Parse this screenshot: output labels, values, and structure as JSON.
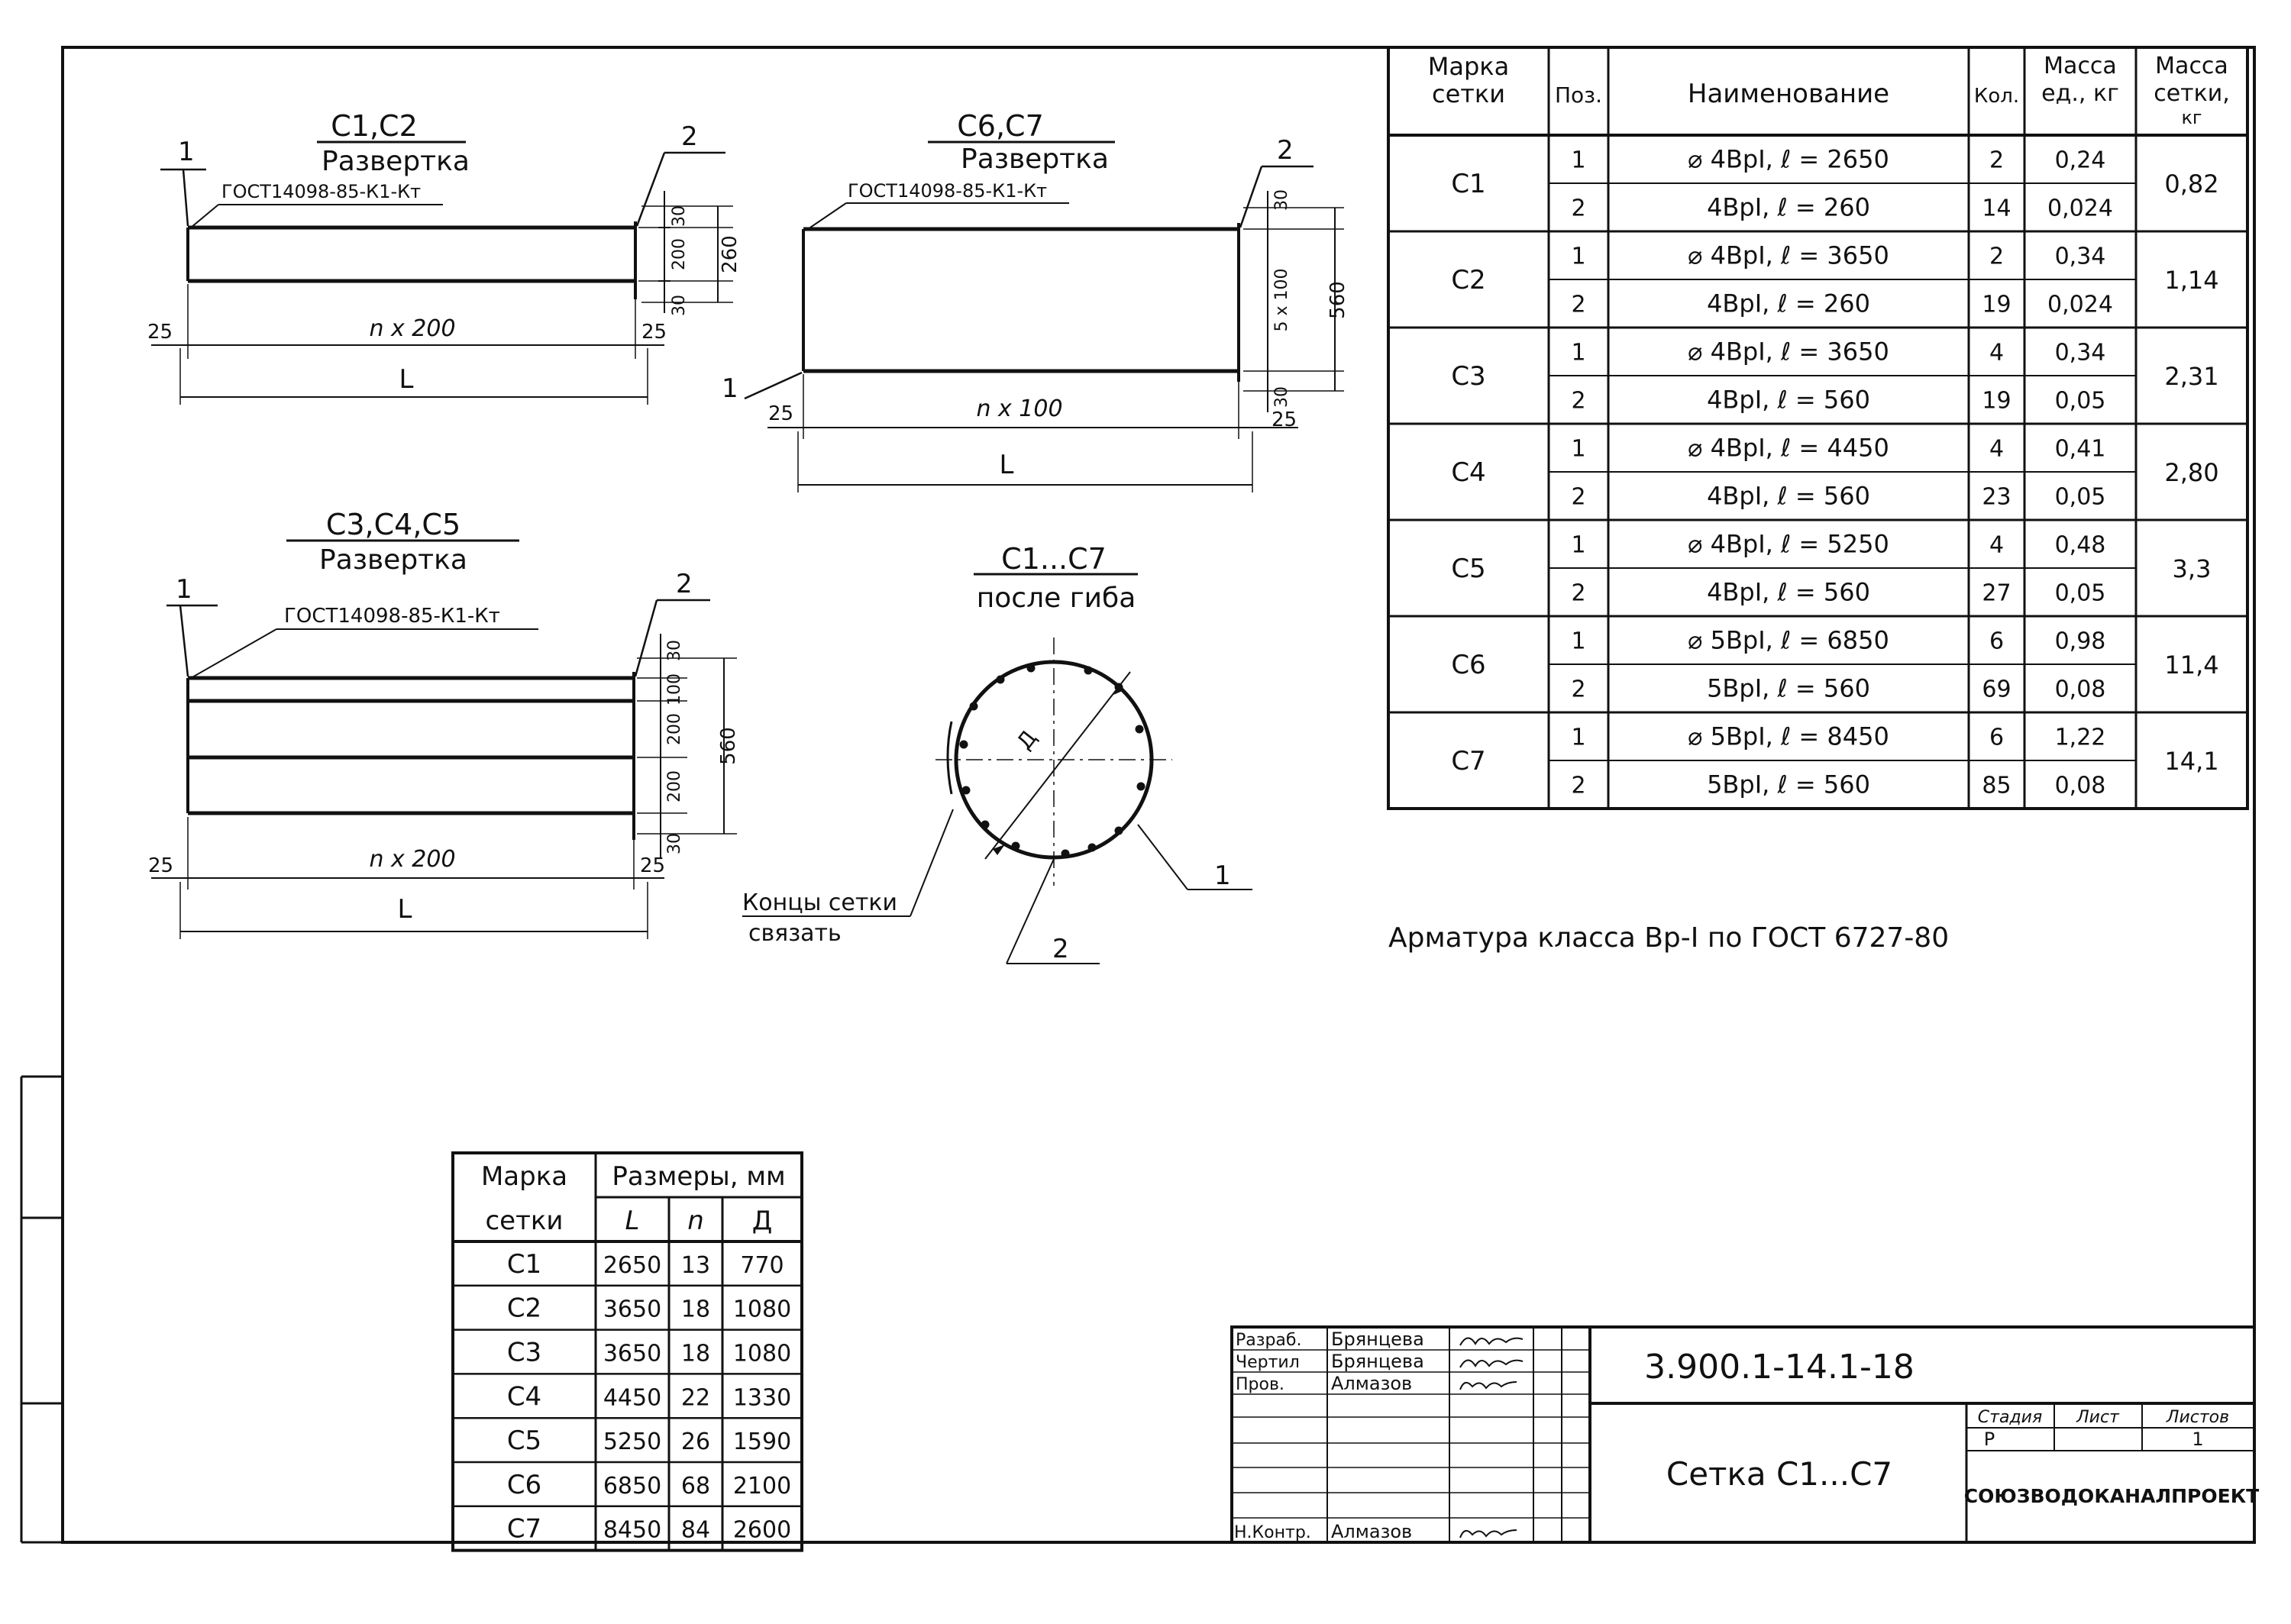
{
  "views": {
    "c12": {
      "title": "С1,С2",
      "subtitle": "Развертка",
      "gost": "ГОСТ14098-85-К1-Кт",
      "leader_left": "1",
      "leader_right": "2",
      "dim_30_top": "30",
      "dim_200": "200",
      "dim_30_bot": "30",
      "dim_total": "260",
      "dim_left": "25",
      "dim_right": "25",
      "dim_span": "n x 200",
      "dim_L": "L"
    },
    "c67": {
      "title": "С6,С7",
      "subtitle": "Развертка",
      "gost": "ГОСТ14098-85-К1-Кт",
      "leader_left": "1",
      "leader_right": "2",
      "dim_30_top": "30",
      "dim_mid": "5 x 100",
      "dim_total": "560",
      "dim_30_bot": "30",
      "dim_left": "25",
      "dim_right": "25",
      "dim_span": "n x 100",
      "dim_L": "L"
    },
    "c345": {
      "title": "С3,С4,С5",
      "subtitle": "Развертка",
      "gost": "ГОСТ14098-85-К1-Кт",
      "leader_left": "1",
      "leader_right": "2",
      "dim_30_top": "30",
      "dim_100": "100",
      "dim_200a": "200",
      "dim_200b": "200",
      "dim_30_bot": "30",
      "dim_total": "560",
      "dim_left": "25",
      "dim_right": "25",
      "dim_span": "n x 200",
      "dim_L": "L"
    },
    "circle": {
      "title": "С1...С7",
      "subtitle": "после гиба",
      "diam_label": "Д",
      "tie_note_1": "Концы сетки",
      "tie_note_2": "связать",
      "leader_1": "1",
      "leader_2": "2"
    }
  },
  "spec_table": {
    "headers": {
      "mark": [
        "Марка",
        "сетки"
      ],
      "pos": "Поз.",
      "name": "Наименование",
      "qty": "Кол.",
      "unit_mass": [
        "Масса",
        "ед., кг"
      ],
      "mesh_mass": [
        "Масса",
        "сетки,",
        "кг"
      ]
    },
    "groups": [
      {
        "mark": "С1",
        "mass": "0,82",
        "rows": [
          {
            "pos": "1",
            "name": "⌀ 4ВрI, ℓ = 2650",
            "qty": "2",
            "unit": "0,24"
          },
          {
            "pos": "2",
            "name": "4ВрI, ℓ = 260",
            "qty": "14",
            "unit": "0,024"
          }
        ]
      },
      {
        "mark": "С2",
        "mass": "1,14",
        "rows": [
          {
            "pos": "1",
            "name": "⌀ 4ВрI, ℓ = 3650",
            "qty": "2",
            "unit": "0,34"
          },
          {
            "pos": "2",
            "name": "4ВрI, ℓ = 260",
            "qty": "19",
            "unit": "0,024"
          }
        ]
      },
      {
        "mark": "С3",
        "mass": "2,31",
        "rows": [
          {
            "pos": "1",
            "name": "⌀ 4ВрI, ℓ = 3650",
            "qty": "4",
            "unit": "0,34"
          },
          {
            "pos": "2",
            "name": "4ВрI, ℓ = 560",
            "qty": "19",
            "unit": "0,05"
          }
        ]
      },
      {
        "mark": "С4",
        "mass": "2,80",
        "rows": [
          {
            "pos": "1",
            "name": "⌀ 4ВрI, ℓ = 4450",
            "qty": "4",
            "unit": "0,41"
          },
          {
            "pos": "2",
            "name": "4ВрI, ℓ = 560",
            "qty": "23",
            "unit": "0,05"
          }
        ]
      },
      {
        "mark": "С5",
        "mass": "3,3",
        "rows": [
          {
            "pos": "1",
            "name": "⌀ 4ВрI, ℓ = 5250",
            "qty": "4",
            "unit": "0,48"
          },
          {
            "pos": "2",
            "name": "4ВрI, ℓ = 560",
            "qty": "27",
            "unit": "0,05"
          }
        ]
      },
      {
        "mark": "С6",
        "mass": "11,4",
        "rows": [
          {
            "pos": "1",
            "name": "⌀ 5ВрI, ℓ = 6850",
            "qty": "6",
            "unit": "0,98"
          },
          {
            "pos": "2",
            "name": "5ВрI, ℓ = 560",
            "qty": "69",
            "unit": "0,08"
          }
        ]
      },
      {
        "mark": "С7",
        "mass": "14,1",
        "rows": [
          {
            "pos": "1",
            "name": "⌀ 5ВрI, ℓ = 8450",
            "qty": "6",
            "unit": "1,22"
          },
          {
            "pos": "2",
            "name": "5ВрI, ℓ = 560",
            "qty": "85",
            "unit": "0,08"
          }
        ]
      }
    ]
  },
  "note": "Арматура класса Вр-I по ГОСТ 6727-80",
  "size_table": {
    "headers": {
      "mark": [
        "Марка",
        "сетки"
      ],
      "group": "Размеры, мм",
      "L": "L",
      "n": "n",
      "D": "Д"
    },
    "rows": [
      {
        "mark": "С1",
        "L": "2650",
        "n": "13",
        "D": "770"
      },
      {
        "mark": "С2",
        "L": "3650",
        "n": "18",
        "D": "1080"
      },
      {
        "mark": "С3",
        "L": "3650",
        "n": "18",
        "D": "1080"
      },
      {
        "mark": "С4",
        "L": "4450",
        "n": "22",
        "D": "1330"
      },
      {
        "mark": "С5",
        "L": "5250",
        "n": "26",
        "D": "1590"
      },
      {
        "mark": "С6",
        "L": "6850",
        "n": "68",
        "D": "2100"
      },
      {
        "mark": "С7",
        "L": "8450",
        "n": "84",
        "D": "2600"
      }
    ]
  },
  "title_block": {
    "doc_code": "3.900.1-14.1-18",
    "sheet_title": "Сетка С1...С7",
    "stage_header": "Стадия",
    "sheet_header": "Лист",
    "sheets_header": "Листов",
    "stage": "Р",
    "sheets": "1",
    "org": "СОЮЗВОДОКАНАЛПРОЕКТ",
    "staff": [
      {
        "role": "Разраб.",
        "name": "Брянцева"
      },
      {
        "role": "Чертил",
        "name": "Брянцева"
      },
      {
        "role": "Пров.",
        "name": "Алмазов"
      }
    ],
    "norm_control": {
      "role": "Н.Контр.",
      "name": "Алмазов"
    }
  }
}
